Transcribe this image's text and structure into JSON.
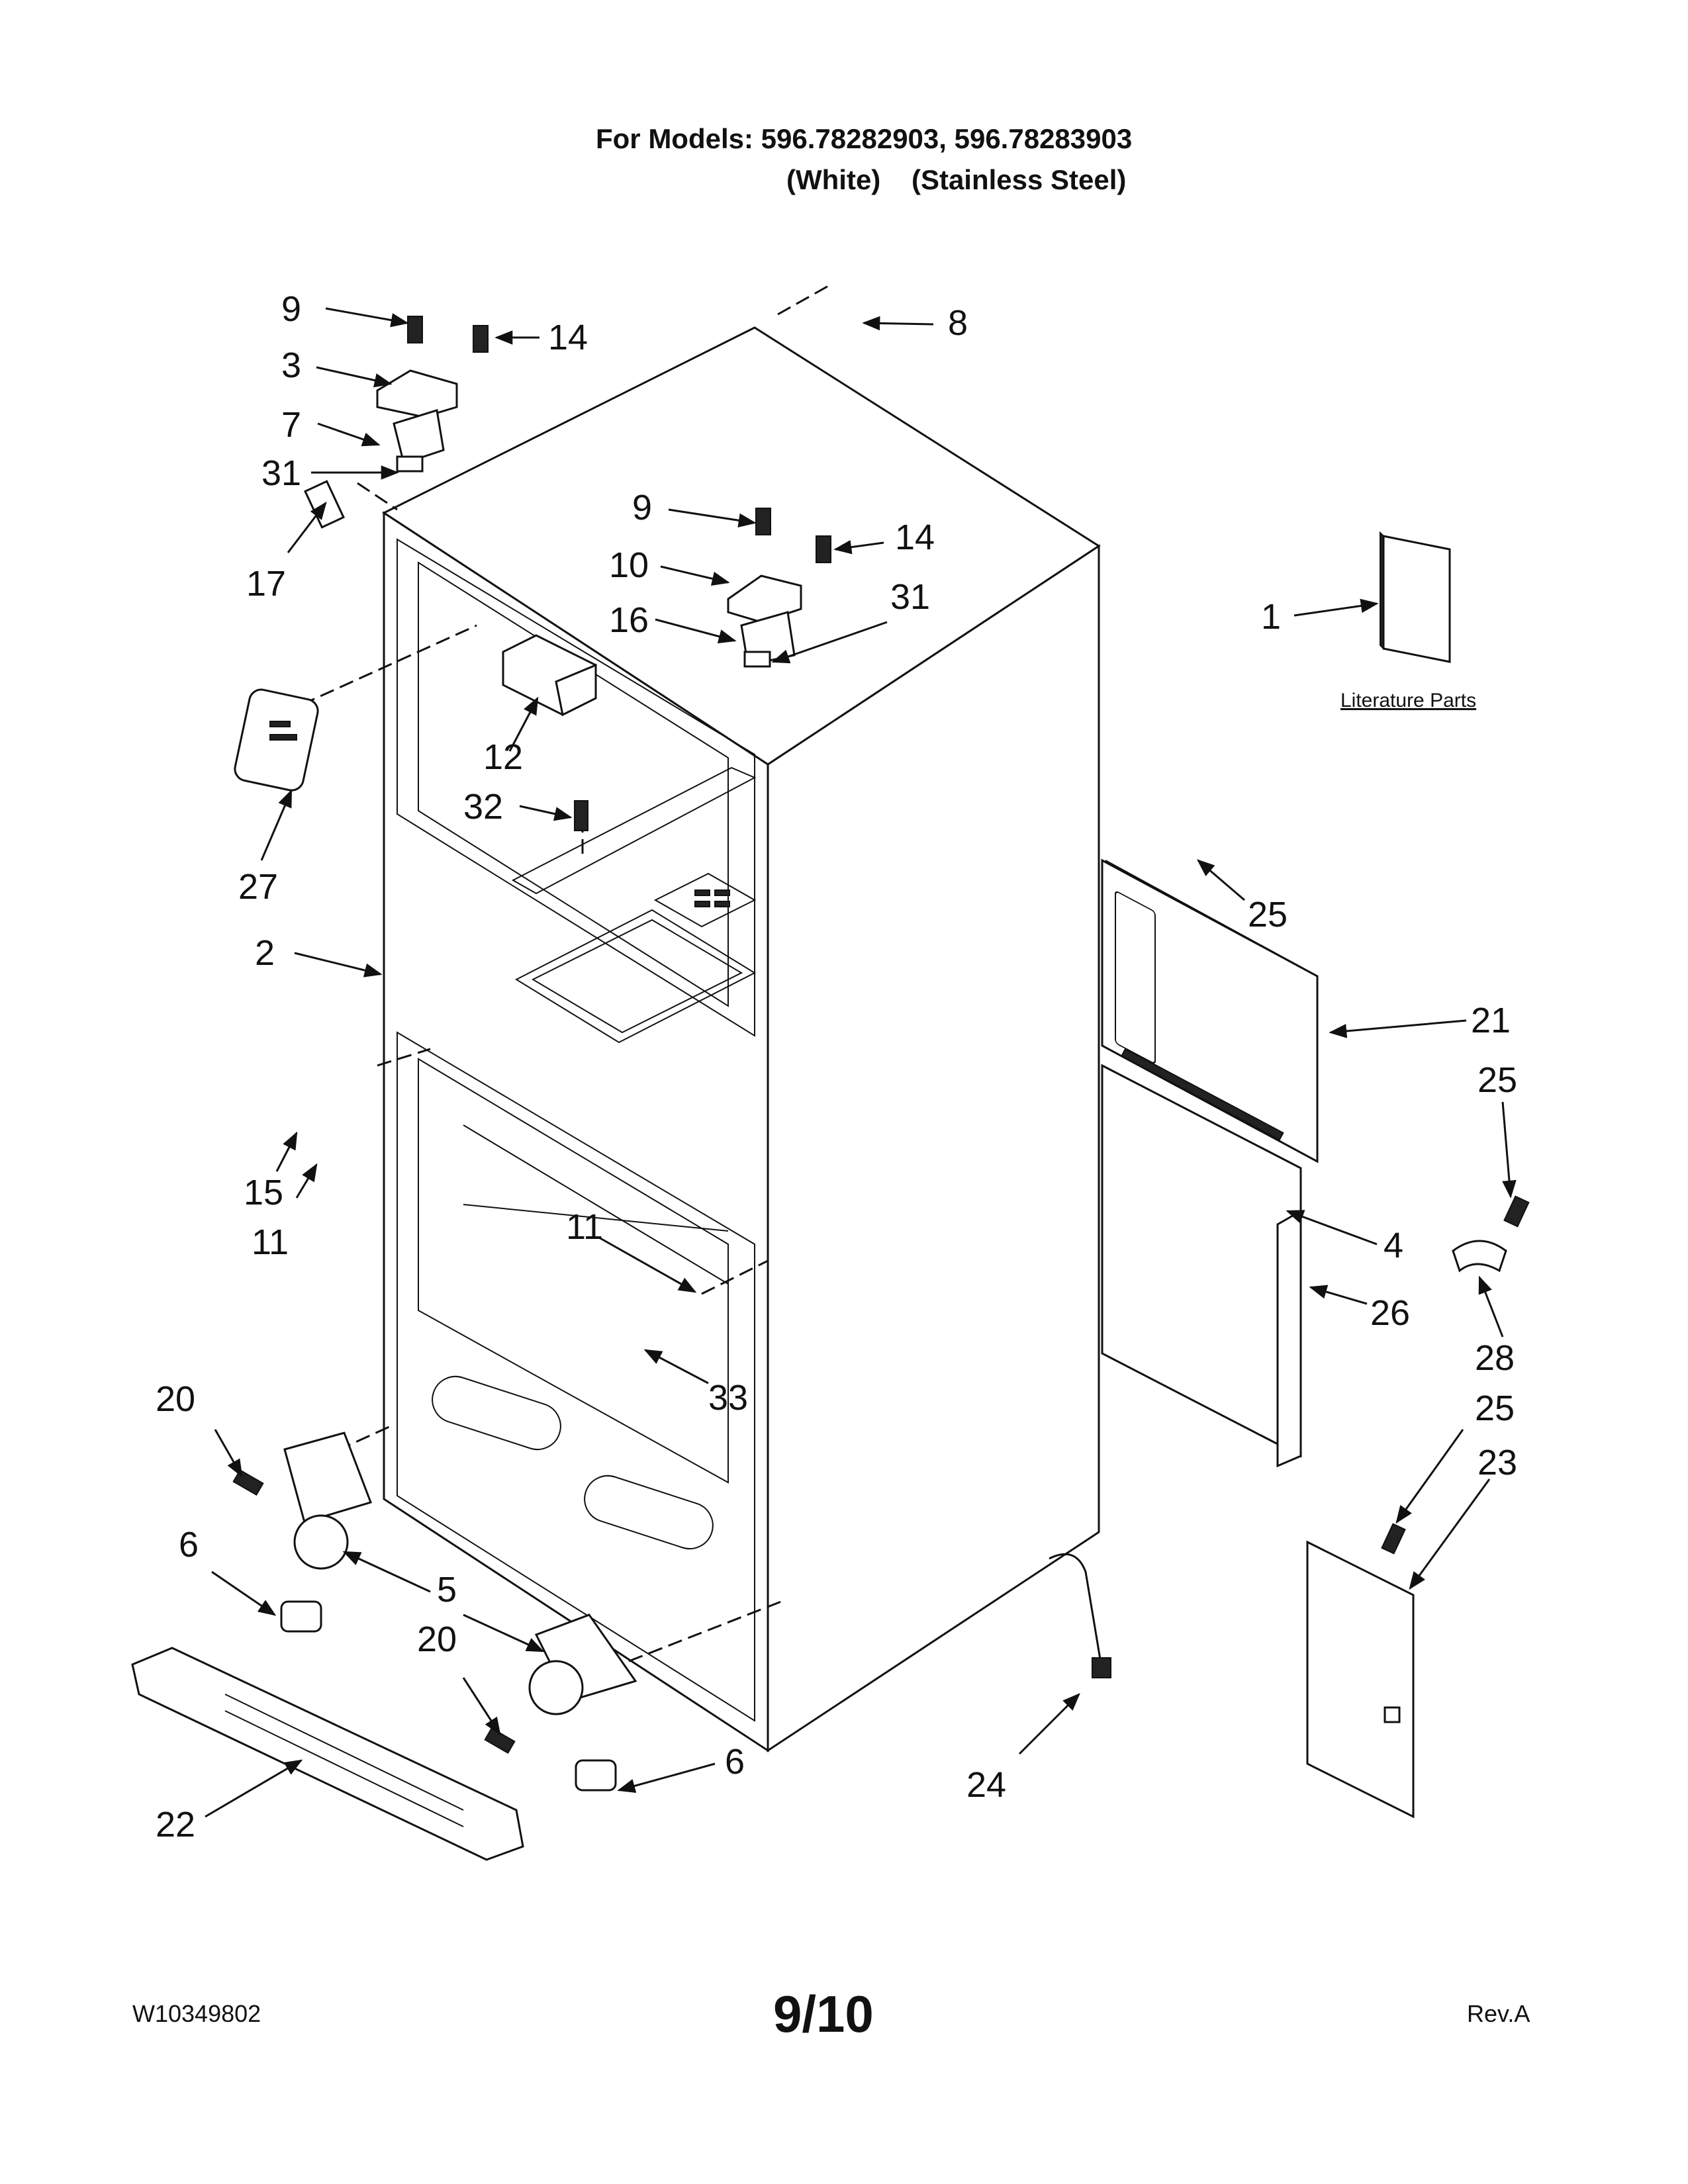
{
  "header": {
    "line1": "For Models: 596.78282903, 596.78283903",
    "line2": "(White)    (Stainless Steel)"
  },
  "literature_label": "Literature Parts",
  "callouts": {
    "c9a": "9",
    "c14a": "14",
    "c8": "8",
    "c3": "3",
    "c7": "7",
    "c31a": "31",
    "c17": "17",
    "c9b": "9",
    "c14b": "14",
    "c10": "10",
    "c16": "16",
    "c31b": "31",
    "c1": "1",
    "c12": "12",
    "c32": "32",
    "c27": "27",
    "c25a": "25",
    "c2": "2",
    "c21": "21",
    "c25b": "25",
    "c15": "15",
    "c11a": "11",
    "c11b": "11",
    "c4": "4",
    "c26": "26",
    "c28": "28",
    "c33": "33",
    "c25c": "25",
    "c20a": "20",
    "c23": "23",
    "c6a": "6",
    "c5": "5",
    "c20b": "20",
    "c6b": "6",
    "c24": "24",
    "c22": "22"
  },
  "footer": {
    "doc_number": "W10349802",
    "page": "9/10",
    "revision": "Rev.A"
  }
}
